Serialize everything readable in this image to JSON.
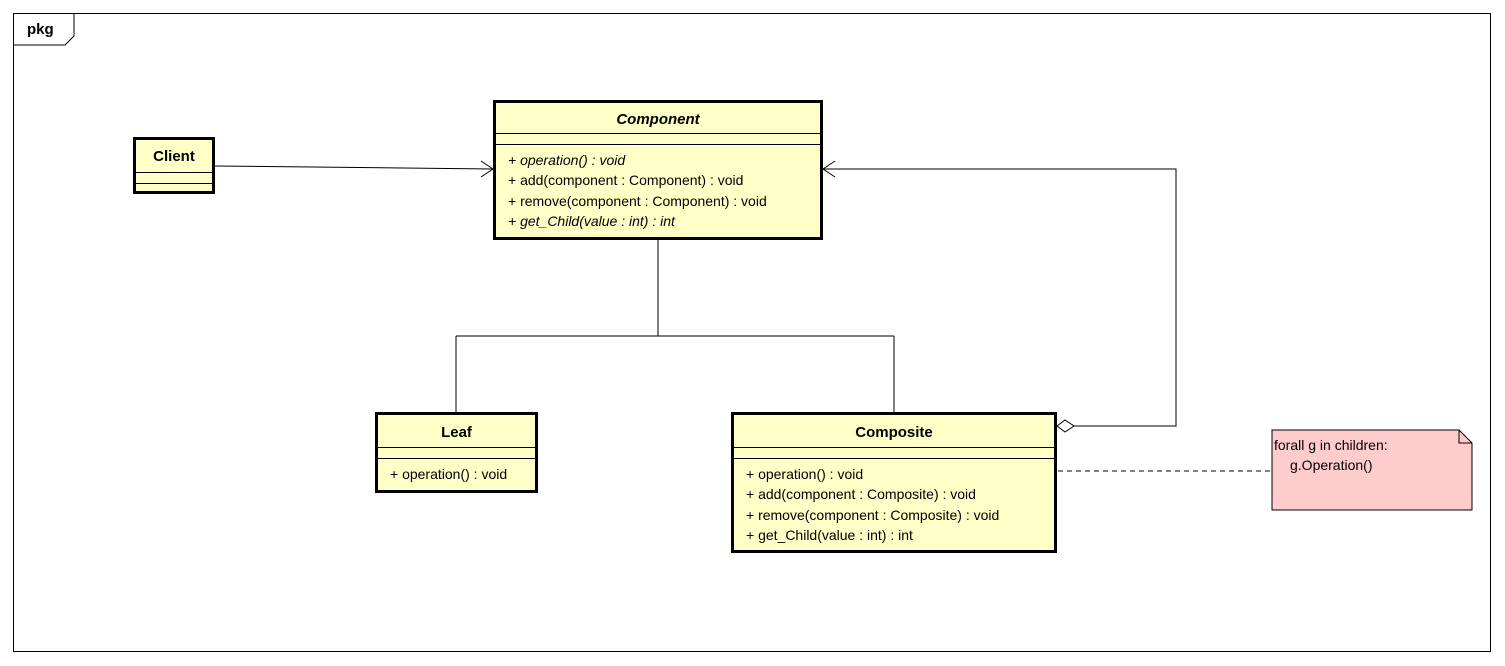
{
  "package": {
    "label": "pkg"
  },
  "classes": {
    "client": {
      "name": "Client"
    },
    "component": {
      "name": "Component",
      "operations": [
        "+ operation() : void",
        "+ add(component : Component) : void",
        "+ remove(component : Component) : void",
        "+ get_Child(value : int) : int"
      ]
    },
    "leaf": {
      "name": "Leaf",
      "operations": [
        "+ operation() : void"
      ]
    },
    "composite": {
      "name": "Composite",
      "operations": [
        "+ operation() : void",
        "+ add(component : Composite) : void",
        "+ remove(component : Composite) : void",
        "+ get_Child(value : int) : int"
      ]
    }
  },
  "note": {
    "lines": [
      "forall g in children:",
      "g.Operation()"
    ]
  },
  "colors": {
    "class_fill": "#ffffc8",
    "note_fill": "#ffcccc",
    "stroke": "#000000"
  }
}
